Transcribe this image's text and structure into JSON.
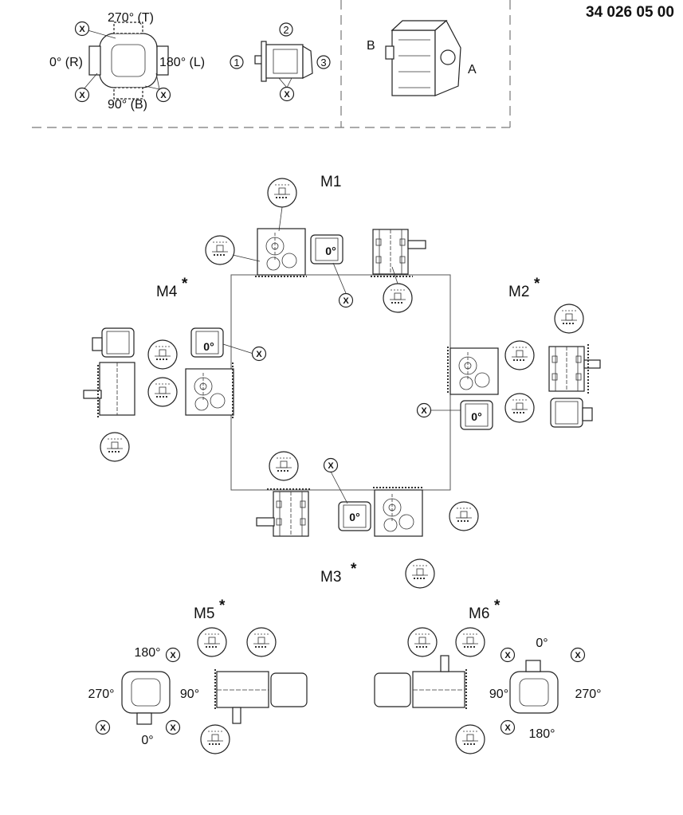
{
  "drawing_number": "34 026 05 00",
  "terminal_box": {
    "pos_270": "270° (T)",
    "pos_0": "0° (R)",
    "pos_180": "180° (L)",
    "pos_90": "90° (B)"
  },
  "cable_entry": {
    "one": "1",
    "two": "2",
    "three": "3"
  },
  "shaft_sides": {
    "b": "B",
    "a": "A"
  },
  "x_label": "X",
  "zero_label": "0°",
  "positions": {
    "m1": "M1",
    "m2": "M2",
    "m3": "M3",
    "m4": "M4",
    "m5": "M5",
    "m6": "M6",
    "star": "*"
  },
  "m5_angles": {
    "a180": "180°",
    "a270": "270°",
    "a90": "90°",
    "a0": "0°"
  },
  "m6_angles": {
    "a0": "0°",
    "a90": "90°",
    "a270": "270°",
    "a180": "180°"
  }
}
